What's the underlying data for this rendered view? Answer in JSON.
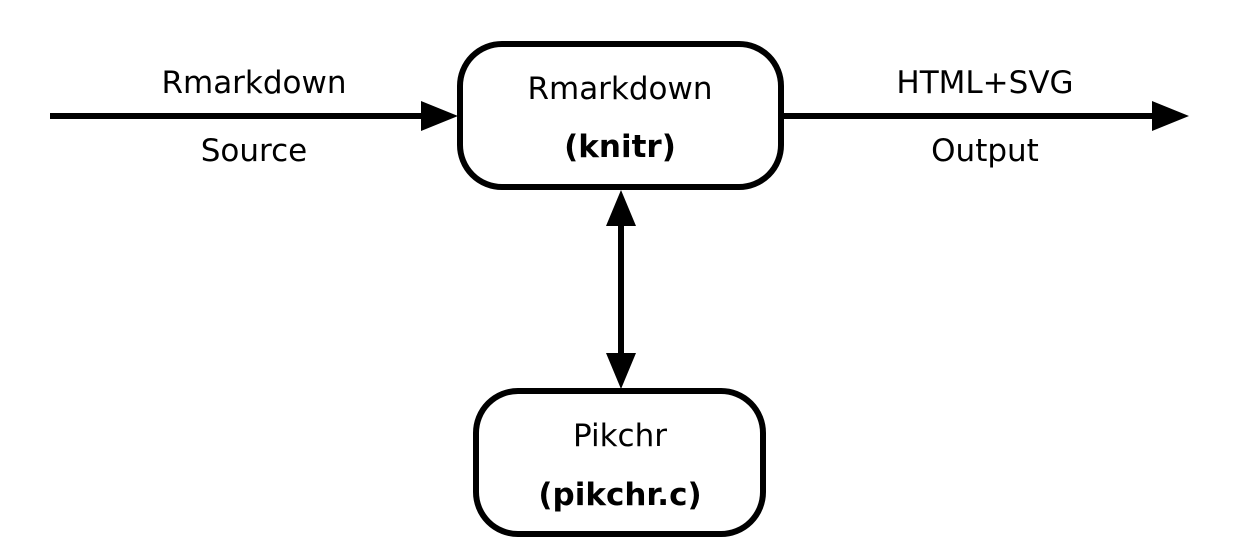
{
  "input": {
    "line1": "Rmarkdown",
    "line2": "Source"
  },
  "knitr_box": {
    "line1": "Rmarkdown",
    "line2": "(knitr)"
  },
  "output": {
    "line1": "HTML+SVG",
    "line2": "Output"
  },
  "pikchr_box": {
    "line1": "Pikchr",
    "line2": "(pikchr.c)"
  },
  "colors": {
    "stroke": "#000000",
    "background": "#ffffff"
  }
}
